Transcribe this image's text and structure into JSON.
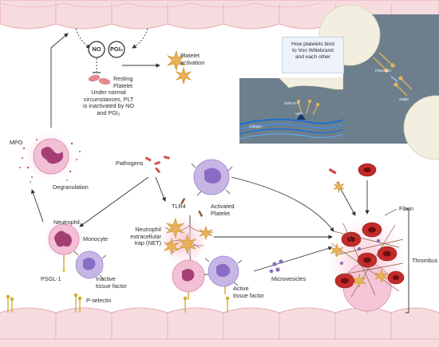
{
  "molecules": {
    "no": "NO",
    "pgi2": "PGI₂"
  },
  "labels": {
    "resting_platelet": "Resting\nPlatelet",
    "platelet_activation": "Platelet\nactivation",
    "plt_inactivated": "Under normal\ncircumstances, PLT\nis inactivated by NO\nand PGI₂",
    "mpo": "MPO",
    "degranulation": "Degranulation",
    "pathogens": "Pathogens",
    "neutrophil": "Neutrophil",
    "monocyte": "Monocyte",
    "psgl1": "PSGL-1",
    "inactive_tissue_factor": "Inactive\ntissue factor",
    "p_selectin": "P-selectin",
    "tlr4": "TLR4",
    "activated_platelet": "Activated\nPlatelet",
    "net": "Neutrophil\nextracellular\ntrap (NET)",
    "active_tissue_factor": "Active\ntissue factor",
    "microvesicles": "Microvesicles",
    "fibrin": "Fibrin",
    "thrombus": "Thrombus"
  },
  "inset": {
    "title": "How platelets bind\nto Von Willebrand\nand each other",
    "gpib": "GPIb-IX-V",
    "vwf": "VWF",
    "collagen": "Collagen",
    "fibrinogen": "Fibrinogen",
    "aiib3": "αIIbβ3"
  },
  "colors": {
    "endothelium": "#f7dcdf",
    "endothelium_border": "#e7a9b0",
    "platelet_activated": "#e8b25a",
    "rbc": "#c42a2a",
    "neutrophil": "#f3bfd5",
    "monocyte": "#c6b6e6",
    "inset_bg": "#6d7f8c",
    "collagen": "#1b6fd1"
  }
}
